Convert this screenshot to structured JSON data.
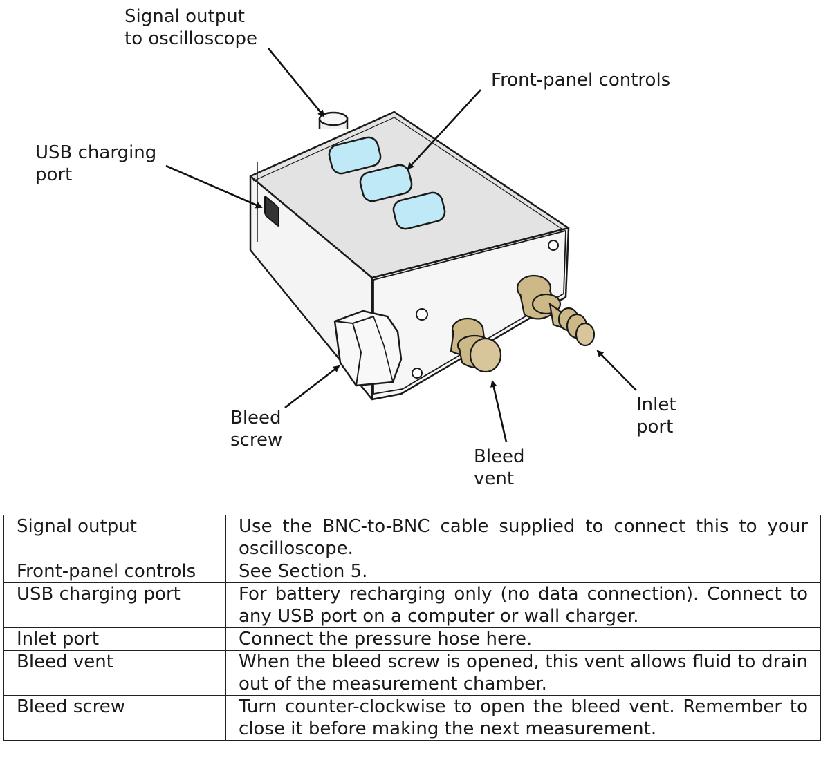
{
  "callouts": {
    "signal_output": "Signal output\nto oscilloscope",
    "front_panel": "Front-panel controls",
    "usb_port": "USB charging\nport",
    "bleed_screw": "Bleed\nscrew",
    "bleed_vent": "Bleed\nvent",
    "inlet_port": "Inlet\nport"
  },
  "colors": {
    "body_top": "#e3e3e3",
    "body_side": "#f4f4f4",
    "button_fill": "#bfe9f7",
    "brass": "#cdb888",
    "outline": "#1a1a1a"
  },
  "table": {
    "rows": [
      {
        "name": "Signal output",
        "desc": "Use the BNC-to-BNC cable supplied to connect this to your oscilloscope."
      },
      {
        "name": "Front-panel controls",
        "desc": "See Section 5."
      },
      {
        "name": "USB charging port",
        "desc": "For battery recharging only (no data connection).  Connect to any USB port on a computer or wall charger."
      },
      {
        "name": "Inlet port",
        "desc": "Connect the pressure hose here."
      },
      {
        "name": "Bleed vent",
        "desc": "When the bleed screw is opened, this vent allows fluid to drain out of the measurement chamber."
      },
      {
        "name": "Bleed screw",
        "desc": "Turn counter-clockwise to open the bleed vent.  Remember to close it before making the next measurement."
      }
    ]
  }
}
